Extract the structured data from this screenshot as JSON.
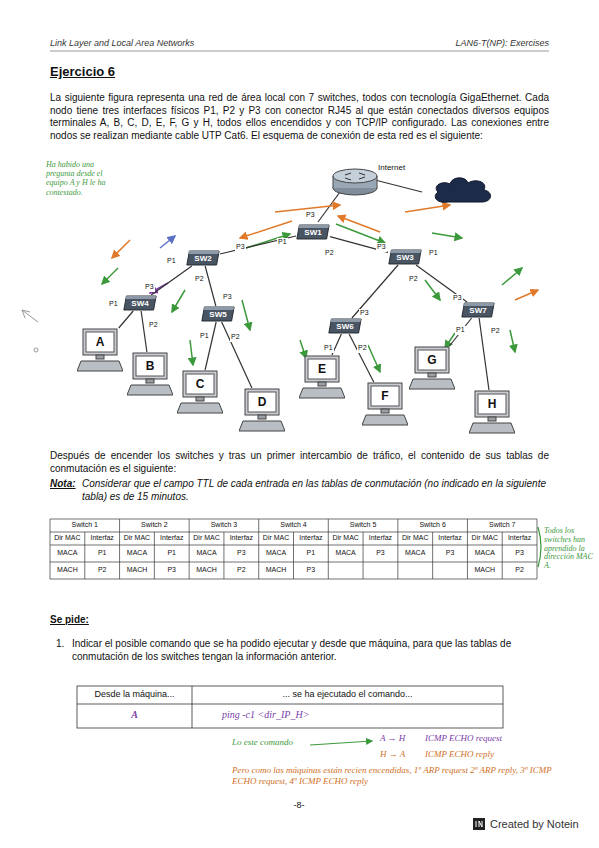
{
  "diagram": {
    "title": "Ejercicio 6",
    "nodes": [
      {
        "text": [
          "SW1"
        ]
      },
      {
        "text": [
          "SW2"
        ]
      },
      {
        "text": [
          "SW3"
        ]
      },
      {
        "text": [
          "SW4"
        ]
      },
      {
        "text": [
          "SW5"
        ]
      },
      {
        "text": [
          "SW6"
        ]
      },
      {
        "text": [
          "SW7"
        ]
      },
      {
        "text": [
          "A"
        ]
      },
      {
        "text": [
          "B"
        ]
      },
      {
        "text": [
          "C"
        ]
      },
      {
        "text": [
          "D"
        ]
      },
      {
        "text": [
          "E"
        ]
      },
      {
        "text": [
          "F"
        ]
      },
      {
        "text": [
          "G"
        ]
      },
      {
        "text": [
          "H"
        ]
      },
      {
        "text": [
          "Internet"
        ]
      }
    ],
    "edges": [
      {
        "from": 0,
        "to": 1,
        "arrow": "none"
      },
      {
        "from": 0,
        "to": 2,
        "arrow": "none"
      },
      {
        "from": 1,
        "to": 3,
        "arrow": "none"
      },
      {
        "from": 1,
        "to": 4,
        "arrow": "none"
      },
      {
        "from": 2,
        "to": 5,
        "arrow": "none"
      },
      {
        "from": 2,
        "to": 6,
        "arrow": "none"
      },
      {
        "from": 3,
        "to": 7,
        "arrow": "none"
      },
      {
        "from": 3,
        "to": 8,
        "arrow": "none"
      },
      {
        "from": 4,
        "to": 9,
        "arrow": "none"
      },
      {
        "from": 4,
        "to": 10,
        "arrow": "none"
      },
      {
        "from": 5,
        "to": 11,
        "arrow": "none"
      },
      {
        "from": 5,
        "to": 12,
        "arrow": "none"
      },
      {
        "from": 6,
        "to": 13,
        "arrow": "none"
      },
      {
        "from": 6,
        "to": 14,
        "arrow": "none"
      }
    ],
    "labels": [
      "Link Layer and Local Area Networks",
      "LAN6-T(NP): Exercises",
      "La siguiente figura representa una red de área local con 7 switches, todos con tecnología GigaEthernet. Cada nodo tiene tres interfaces físicos P1, P2 y P3 con conector RJ45 al que están conectados diversos equipos terminales A, B, C, D, E, F, G y H, todos ellos encendidos y con TCP/IP configurado. Las conexiones entre nodos se realizan mediante cable UTP Cat6. El esquema de conexión de esta red es el siguiente:",
      "Ha habido una pregunta desde el equipo A y H le ha contestado.",
      "P1",
      "P2",
      "P3",
      "P1",
      "P2",
      "P3",
      "P3",
      "P1",
      "P2",
      "P3",
      "P1",
      "P2",
      "P3",
      "P1",
      "P2",
      "P3",
      "P1",
      "P2",
      "P3",
      "P1",
      "P2",
      "Después de encender los switches y tras un primer intercambio de tráfico, el contenido de sus tablas de conmutación es el siguiente:",
      "Nota:",
      "Considerar que el campo TTL de cada entrada en las tablas de conmutación (no indicado en la siguiente tabla) es de 15 minutos.",
      "Todos los switches han aprendido la dirección MAC A.",
      "Switch 1",
      "Switch 2",
      "Switch 3",
      "Switch 4",
      "Switch 5",
      "Switch 6",
      "Switch 7",
      "Dir MAC",
      "Interfaz",
      "Dir MAC",
      "Interfaz",
      "Dir MAC",
      "Interfaz",
      "Dir MAC",
      "Interfaz",
      "Dir MAC",
      "Interfaz",
      "Dir MAC",
      "Interfaz",
      "Dir MAC",
      "Interfaz",
      "MACA",
      "P1",
      "MACA",
      "P1",
      "MACA",
      "P3",
      "MACA",
      "P1",
      "MACA",
      "P3",
      "MACA",
      "P3",
      "MACA",
      "P3",
      "MACH",
      "P2",
      "MACH",
      "P3",
      "MACH",
      "P2",
      "MACH",
      "P3",
      "MACH",
      "P2",
      "Se pide:",
      "1.",
      "Indicar el posible comando que se ha podido ejecutar y desde que máquina, para que las tablas de conmutación de los switches tengan la información anterior.",
      "Desde la máquina...",
      "... se ha ejecutado el comando...",
      "A",
      "ping -c1 <dir_IP_H>",
      "Lo este comando",
      "A → H",
      "ICMP ECHO request",
      "H → A",
      "ICMP ECHO reply",
      "Pero como las máquinas están recien encendidas, 1º ARP request 2º ARP reply, 3º ICMP ECHO request, 4º ICMP ECHO reply",
      "-8-",
      "Created by Notein"
    ]
  }
}
